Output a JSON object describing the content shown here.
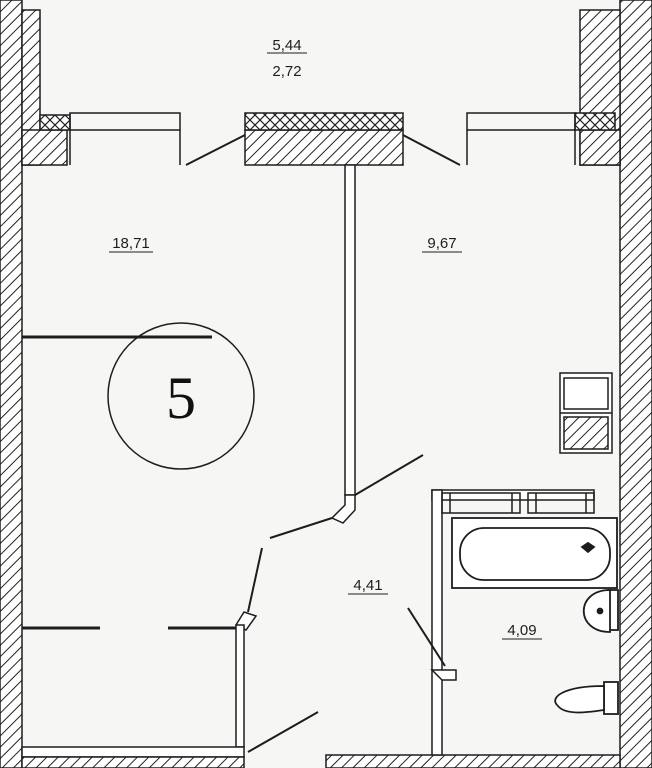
{
  "plan": {
    "apartment_number": "5",
    "rooms": [
      {
        "id": "balcony",
        "area": "5,44",
        "area_secondary": "2,72"
      },
      {
        "id": "room-main",
        "area": "18,71"
      },
      {
        "id": "kitchen",
        "area": "9,67"
      },
      {
        "id": "hallway",
        "area": "4,41"
      },
      {
        "id": "bathroom",
        "area": "4,09"
      }
    ],
    "colors": {
      "wall": "#2a2a2a",
      "background": "#f6f6f4",
      "line": "#1d1d1d"
    }
  }
}
